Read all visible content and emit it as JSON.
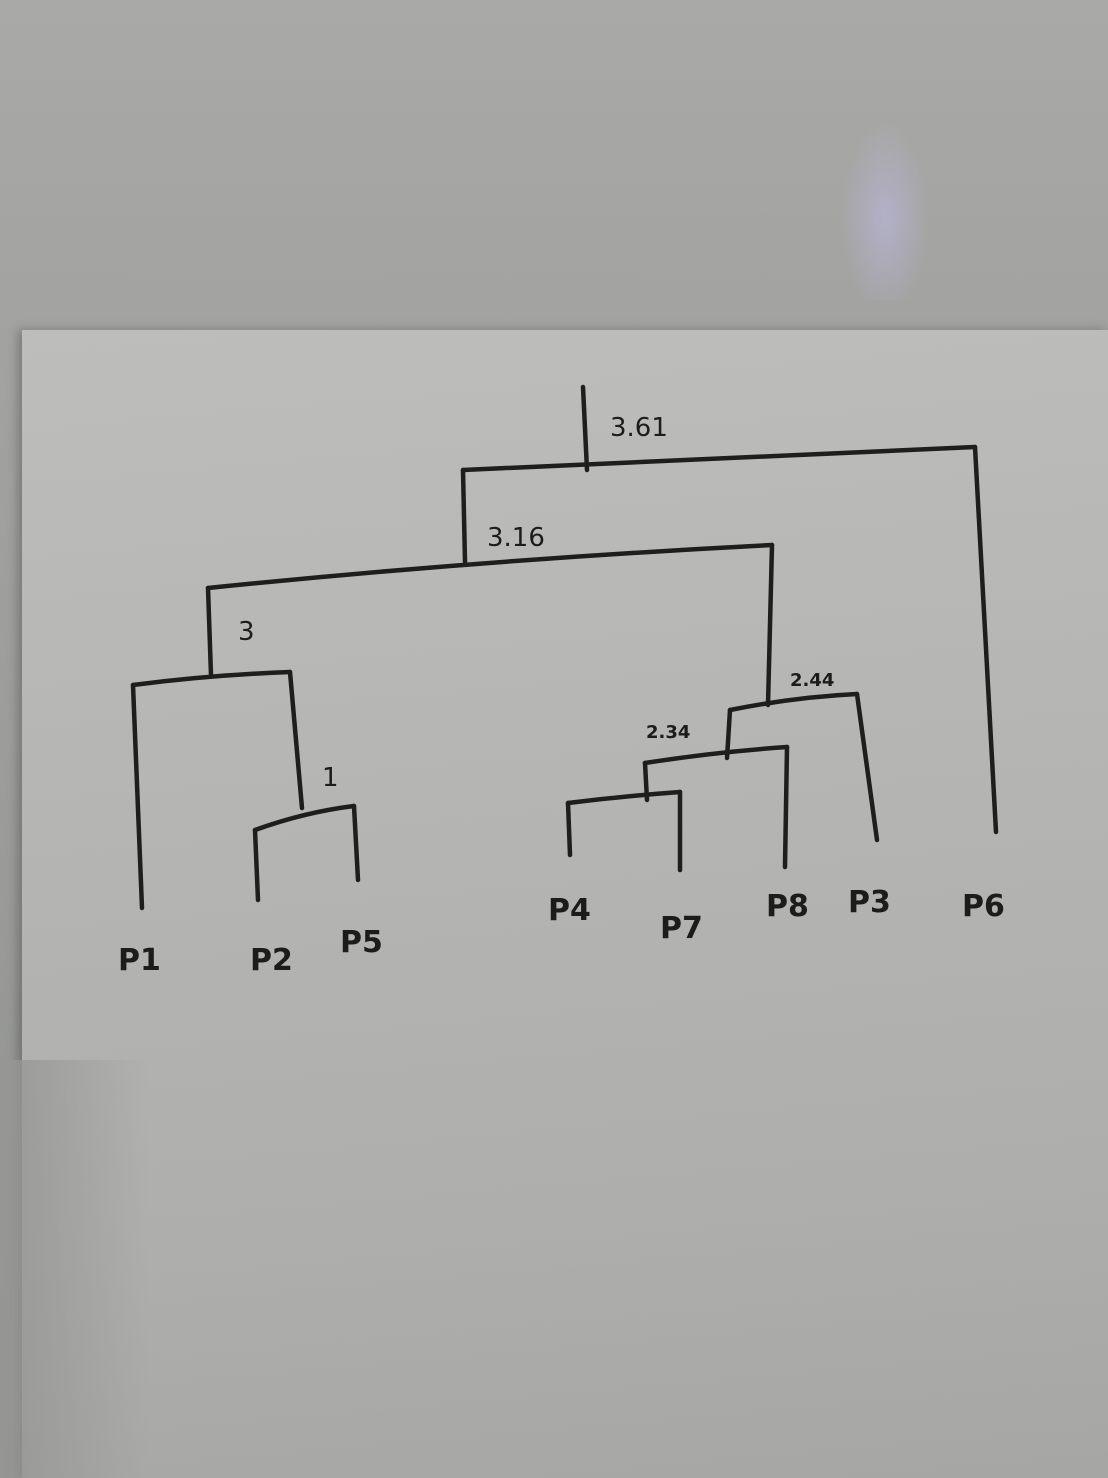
{
  "diagram": {
    "type": "dendrogram",
    "leaves": [
      "P1",
      "P2",
      "P5",
      "P4",
      "P7",
      "P8",
      "P3",
      "P6"
    ],
    "leaf_labels": {
      "p1": "P1",
      "p2": "P2",
      "p5": "P5",
      "p4": "P4",
      "p7": "P7",
      "p8": "P8",
      "p3": "P3",
      "p6": "P6"
    },
    "merge_heights": {
      "h_1": "1",
      "h_3": "3",
      "h_234": "2.34",
      "h_244": "2.44",
      "h_316": "3.16",
      "h_361": "3.61"
    },
    "merges": [
      {
        "left": "P2",
        "right": "P5",
        "height": 1
      },
      {
        "left": "P1",
        "right": "P2+P5",
        "height": 3
      },
      {
        "left": "P4",
        "right": "P7",
        "height": null
      },
      {
        "left": "P4+P7",
        "right": "P8",
        "height": 2.34
      },
      {
        "left": "P4+P7+P8",
        "right": "P3",
        "height": 2.44
      },
      {
        "left": "P1+P2+P5",
        "right": "P4+P7+P8+P3",
        "height": 3.16
      },
      {
        "left": "all-but-P6",
        "right": "P6",
        "height": 3.61
      }
    ]
  }
}
